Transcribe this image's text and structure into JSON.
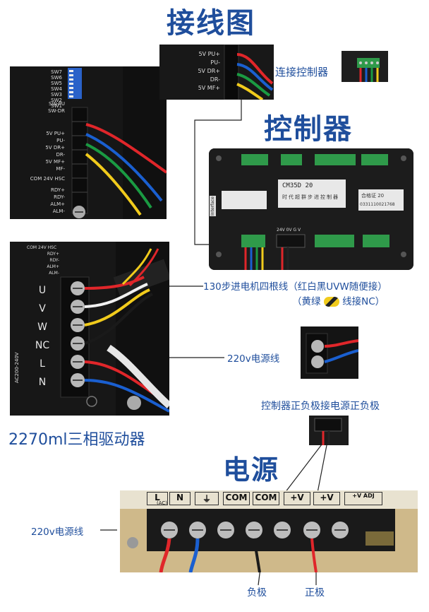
{
  "title": "接线图",
  "controller_connect_label": "连接控制器",
  "controller_title": "控制器",
  "driver_signal_labels": [
    "5V PU+",
    "PU-",
    "5V DR+",
    "DR-",
    "5V MF+"
  ],
  "driver_switch_labels": [
    "SW7",
    "SW6",
    "SW5",
    "SW4",
    "SW3",
    "SW2",
    "SW1"
  ],
  "driver_left_labels": [
    "SW-PU",
    "SW-DR",
    "5V PU+",
    "PU-",
    "5V DR+",
    "DR-",
    "5V MF+",
    "MF-",
    "COM 24V",
    "HSC",
    "RDY+",
    "RDY-",
    "ALM+",
    "ALM-"
  ],
  "motor_terminals": [
    "U",
    "V",
    "W",
    "NC",
    "L",
    "N"
  ],
  "motor_top_labels": [
    "COM 24V",
    "HSC",
    "RDY+",
    "RDY-",
    "ALM+",
    "ALM-"
  ],
  "ac_range": "AC200-240V",
  "motor_wire_note_line1": "130步进电机四根线（红白黑UVW随便接）",
  "motor_wire_note_line2_a": "（黄绿",
  "motor_wire_note_line2_b": "线接NC）",
  "power_220_label": "220v电源线",
  "driver_name": "2270ml三相驱动器",
  "controller_power_note": "控制器正负极接电源正负极",
  "power_title": "电源",
  "psu_terminals": [
    "L",
    "N",
    "⏚",
    "COM",
    "COM",
    "+V",
    "+V",
    "+V ADJ"
  ],
  "psu_ac_label": "(AC)",
  "psu_220_label": "220v电源线",
  "negative_label": "负极",
  "positive_label": "正极",
  "controller_model": "CM35D  20",
  "controller_subtitle": "时代超群步进控制器",
  "controller_qc": "合格证 20",
  "controller_serial": "0331110021768",
  "controller_power_terminal": "24V 0V G V",
  "controller_side_label": "Interface"
}
